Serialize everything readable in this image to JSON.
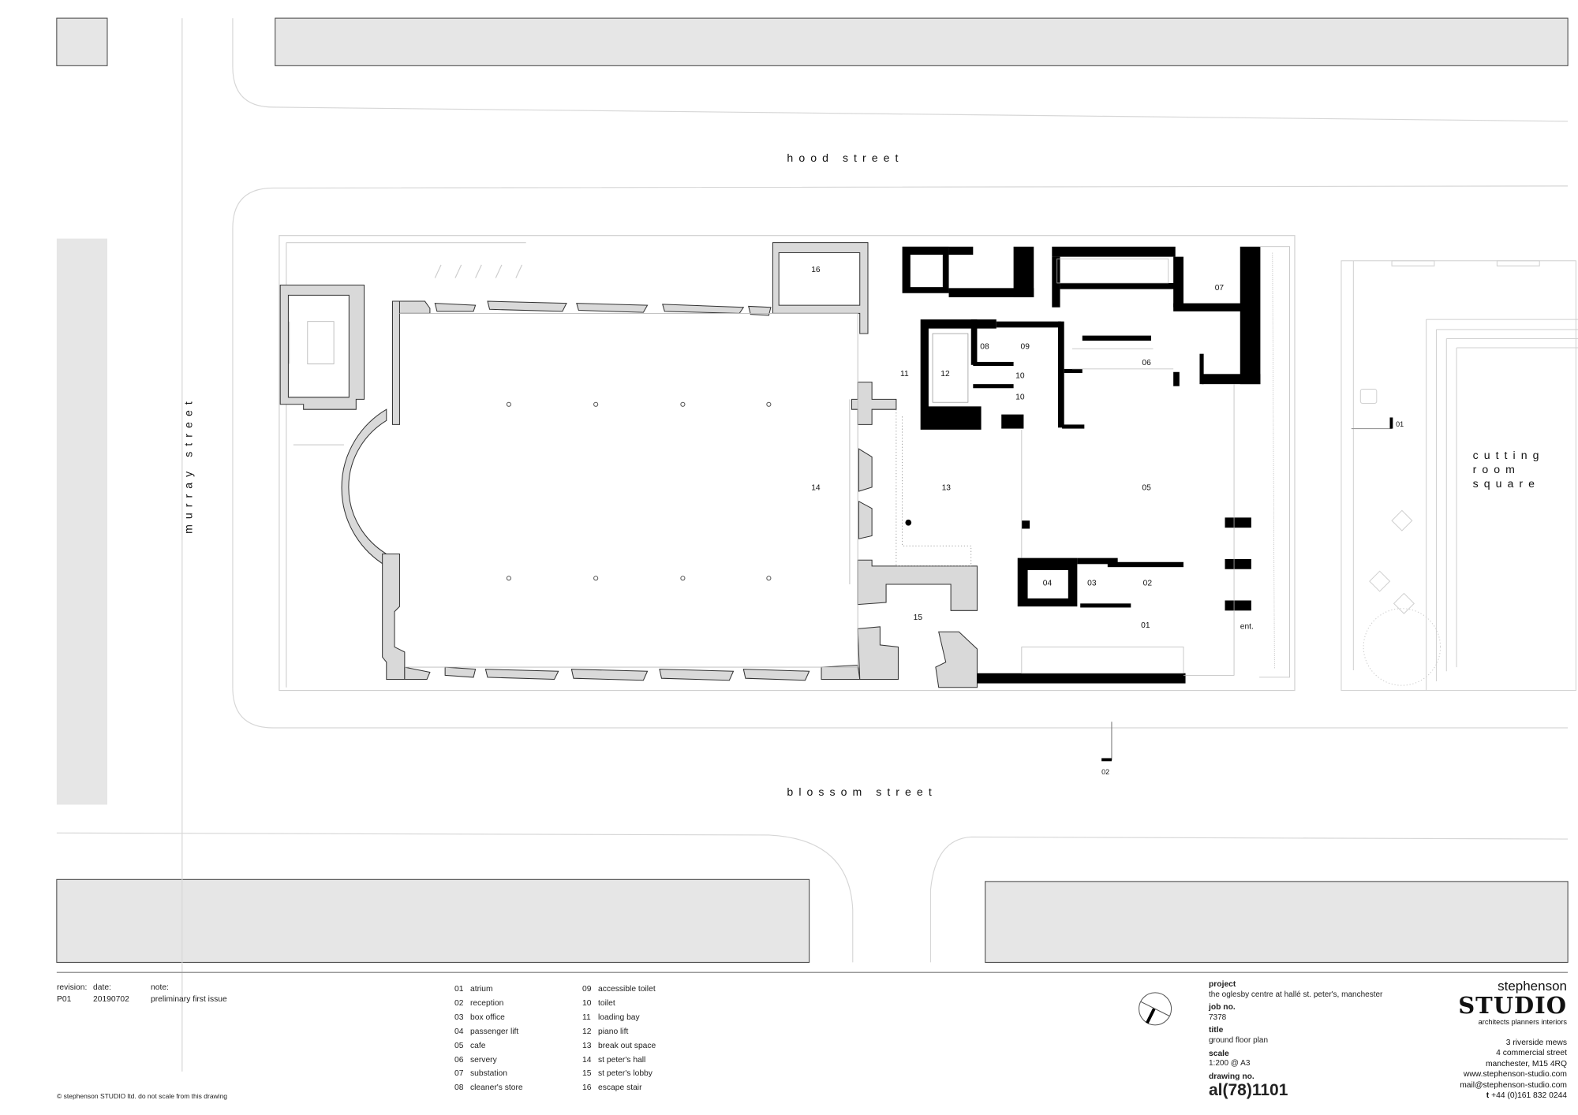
{
  "drawing": {
    "title": "ground floor plan",
    "streets": {
      "north": "hood street",
      "south": "blossom street",
      "west": "murray street",
      "east_line1": "cutting",
      "east_line2": "room",
      "east_line3": "square"
    },
    "section_markers": {
      "s1": "01",
      "s2": "02"
    },
    "rooms": {
      "r01": "01",
      "r02": "02",
      "r03": "03",
      "r04": "04",
      "r05": "05",
      "r06": "06",
      "r07": "07",
      "r08": "08",
      "r09": "09",
      "r10a": "10",
      "r10b": "10",
      "r11": "11",
      "r12": "12",
      "r13": "13",
      "r14": "14",
      "r15": "15",
      "r16": "16",
      "ent": "ent."
    },
    "colors": {
      "wall_new": "#000000",
      "wall_existing": "#d9d9d9",
      "context_block": "#e6e6e6",
      "line": "#cfcfcf"
    }
  },
  "revision": {
    "headers": {
      "revision": "revision:",
      "date": "date:",
      "note": "note:"
    },
    "rows": [
      {
        "revision": "P01",
        "date": "20190702",
        "note": "preliminary first issue"
      }
    ]
  },
  "copyright": "© stephenson STUDIO ltd. do not scale from this drawing",
  "legend": {
    "col1": [
      {
        "num": "01",
        "name": "atrium"
      },
      {
        "num": "02",
        "name": "reception"
      },
      {
        "num": "03",
        "name": "box office"
      },
      {
        "num": "04",
        "name": "passenger lift"
      },
      {
        "num": "05",
        "name": "cafe"
      },
      {
        "num": "06",
        "name": "servery"
      },
      {
        "num": "07",
        "name": "substation"
      },
      {
        "num": "08",
        "name": "cleaner's store"
      }
    ],
    "col2": [
      {
        "num": "09",
        "name": "accessible toilet"
      },
      {
        "num": "10",
        "name": "toilet"
      },
      {
        "num": "11",
        "name": "loading bay"
      },
      {
        "num": "12",
        "name": "piano lift"
      },
      {
        "num": "13",
        "name": "break out space"
      },
      {
        "num": "14",
        "name": "st peter's hall"
      },
      {
        "num": "15",
        "name": "st peter's lobby"
      },
      {
        "num": "16",
        "name": "escape stair"
      }
    ]
  },
  "project_info": {
    "project_label": "project",
    "project": "the oglesby centre at hallé st. peter's, manchester",
    "job_label": "job no.",
    "job": "7378",
    "title_label": "title",
    "title": "ground floor plan",
    "scale_label": "scale",
    "scale": "1:200 @ A3",
    "drawing_label": "drawing no.",
    "drawing_no": "al(78)1101",
    "north_icon": "north-arrow-icon"
  },
  "firm": {
    "name_top": "stephenson",
    "name_main": "STUDIO",
    "tagline": "architects  planners  interiors",
    "address": [
      "3 riverside mews",
      "4 commercial street",
      "manchester, M15 4RQ",
      "www.stephenson-studio.com",
      "mail@stephenson-studio.com"
    ],
    "phone_prefix": "t",
    "phone": " +44 (0)161 832 0244"
  }
}
